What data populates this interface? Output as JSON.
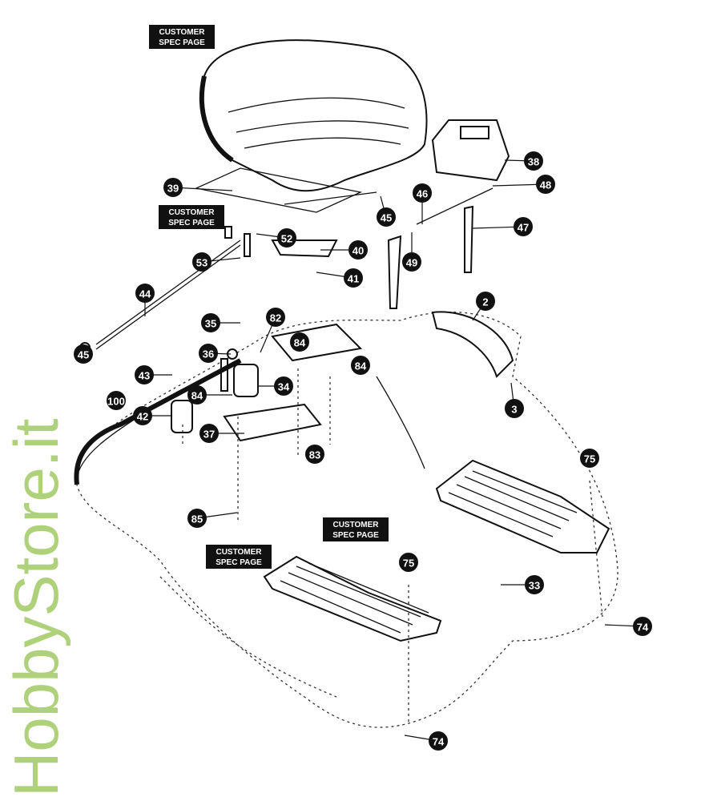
{
  "diagram": {
    "spec_label_line1": "CUSTOMER",
    "spec_label_line2": "SPEC PAGE",
    "watermark": "HobbyStore.it",
    "callouts": [
      "39",
      "45",
      "52",
      "53",
      "40",
      "41",
      "44",
      "45",
      "35",
      "82",
      "36",
      "84",
      "84",
      "43",
      "84",
      "34",
      "42",
      "100",
      "37",
      "83",
      "85",
      "38",
      "48",
      "46",
      "47",
      "49",
      "2",
      "3",
      "75",
      "75",
      "33",
      "74",
      "74"
    ]
  }
}
